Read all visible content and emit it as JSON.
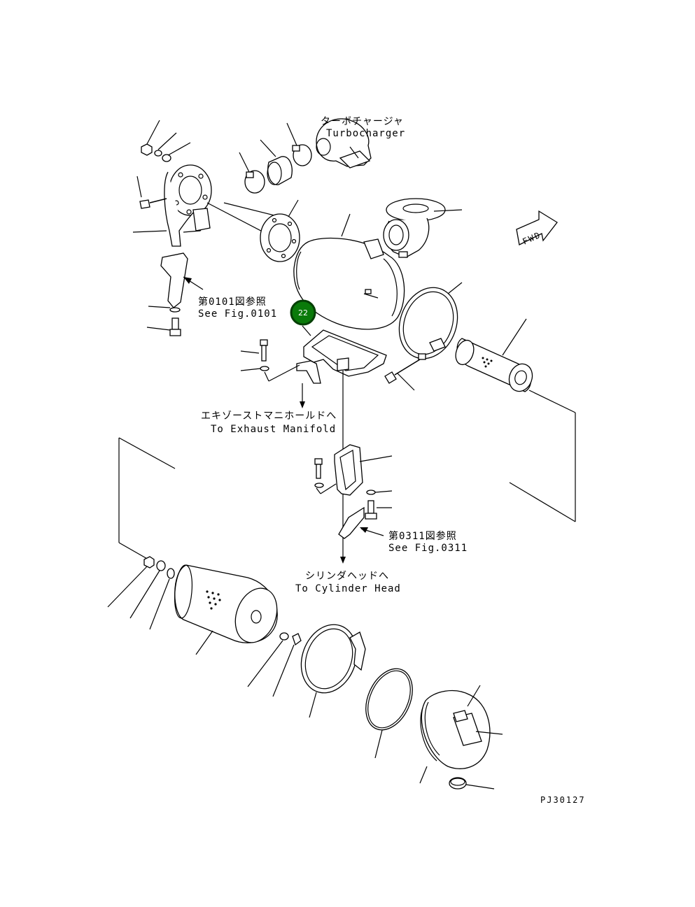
{
  "labels": {
    "turbocharger_jp": "ターボチャージャ",
    "turbocharger_en": "Turbocharger",
    "fwd": "FWD",
    "see_fig_0101_jp": "第0101図参照",
    "see_fig_0101_en": "See Fig.0101",
    "exhaust_jp": "エキゾーストマニホールドへ",
    "exhaust_en": "To Exhaust Manifold",
    "see_fig_0311_jp": "第0311図参照",
    "see_fig_0311_en": "See Fig.0311",
    "cylinder_jp": "シリンダヘッドへ",
    "cylinder_en": "To Cylinder Head",
    "drawing_no": "PJ30127"
  },
  "callout": {
    "number": "22",
    "color": "#0a7a0a"
  }
}
